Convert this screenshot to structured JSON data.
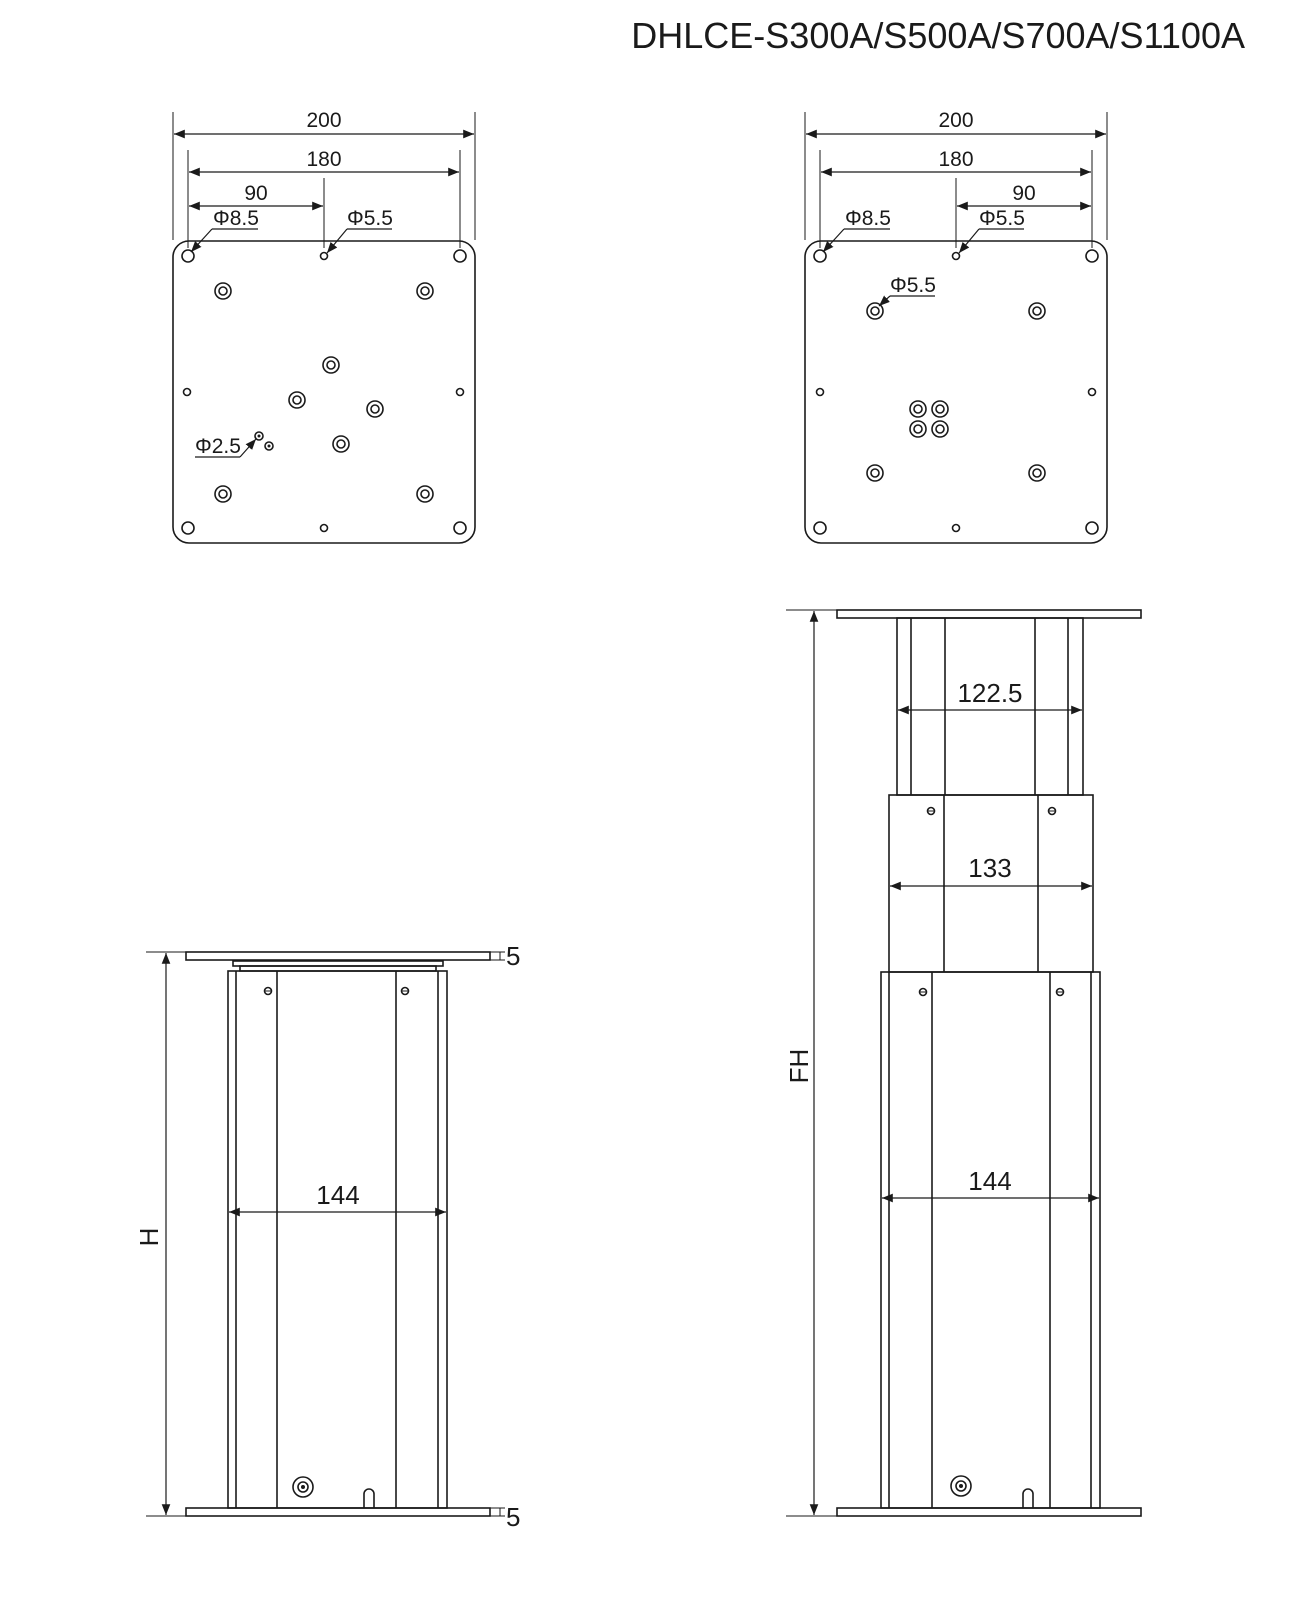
{
  "title": "DHLCE-S300A/S500A/S700A/S1100A",
  "top_left_plate": {
    "dim_overall": "200",
    "dim_holes": "180",
    "dim_half": "90",
    "hole_large": "Φ8.5",
    "hole_small": "Φ5.5",
    "hole_tiny": "Φ2.5"
  },
  "top_right_plate": {
    "dim_overall": "200",
    "dim_holes": "180",
    "dim_half": "90",
    "hole_large": "Φ8.5",
    "hole_small": "Φ5.5",
    "hole_inner": "Φ5.5"
  },
  "retracted_view": {
    "height_label": "H",
    "width_label": "144",
    "top_plate_thickness": "5",
    "bottom_plate_thickness": "5"
  },
  "extended_view": {
    "height_label": "FH",
    "stage3_width": "122.5",
    "stage2_width": "133",
    "stage1_width": "144"
  },
  "colors": {
    "line": "#1a1a1a",
    "background": "#ffffff"
  }
}
